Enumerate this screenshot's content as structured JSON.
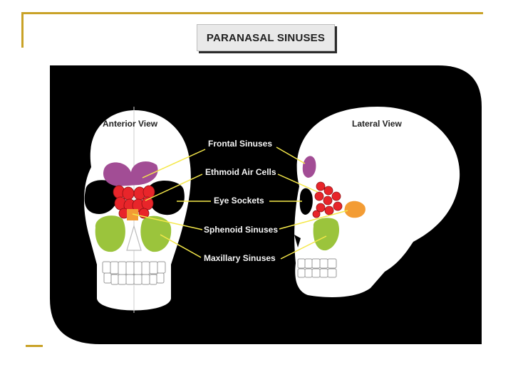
{
  "title": "PARANASAL SINUSES",
  "views": {
    "anterior": "Anterior View",
    "lateral": "Lateral View"
  },
  "labels": {
    "frontal": "Frontal Sinuses",
    "ethmoid": "Ethmoid Air Cells",
    "eye_sockets": "Eye Sockets",
    "sphenoid": "Sphenoid Sinuses",
    "maxillary": "Maxillary Sinuses"
  },
  "colors": {
    "frame_accent": "#c9a227",
    "panel_background": "#000000",
    "skull": "#ffffff",
    "frontal": "#a24d95",
    "ethmoid": "#e8252a",
    "sphenoid": "#f39c34",
    "maxillary": "#9bc43c",
    "leader_line": "#f5e84a"
  }
}
